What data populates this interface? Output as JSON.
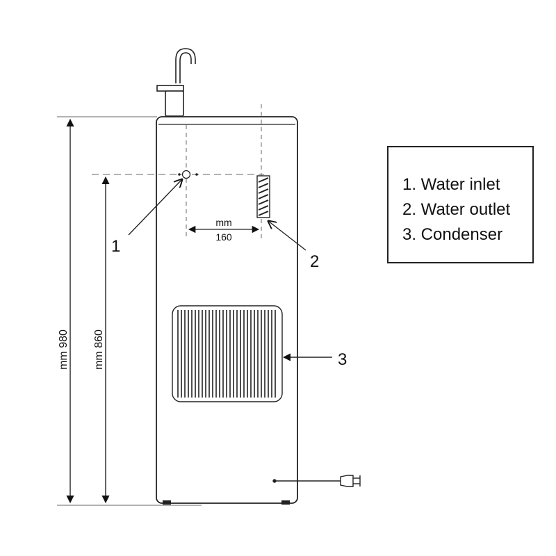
{
  "diagram": {
    "dimensions": {
      "total_height_label": "mm 980",
      "inlet_height_label": "mm 860",
      "spacing_unit": "mm",
      "spacing_value": "160"
    },
    "callouts": {
      "inlet": "1",
      "outlet": "2",
      "condenser": "3"
    },
    "legend": {
      "items": [
        "1. Water inlet",
        "2. Water outlet",
        "3. Condenser"
      ]
    }
  }
}
